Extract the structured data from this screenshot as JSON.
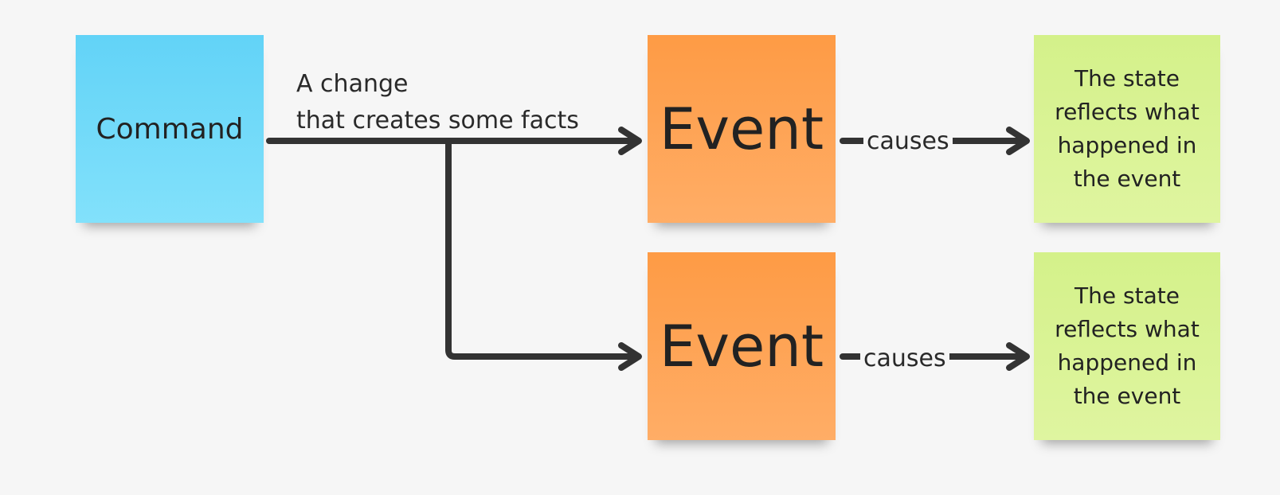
{
  "command": {
    "label": "Command"
  },
  "change_label": {
    "line1": "A change",
    "line2": "that creates some facts"
  },
  "events": [
    {
      "label": "Event"
    },
    {
      "label": "Event"
    }
  ],
  "causes": [
    {
      "label": "causes"
    },
    {
      "label": "causes"
    }
  ],
  "states": [
    {
      "label": "The state reflects what happened in the event"
    },
    {
      "label": "The state reflects what happened in the event"
    }
  ],
  "colors": {
    "command": "#6dd9f9",
    "event": "#ffa352",
    "state": "#d9f395",
    "connector": "#333333",
    "background": "#f6f6f6"
  }
}
